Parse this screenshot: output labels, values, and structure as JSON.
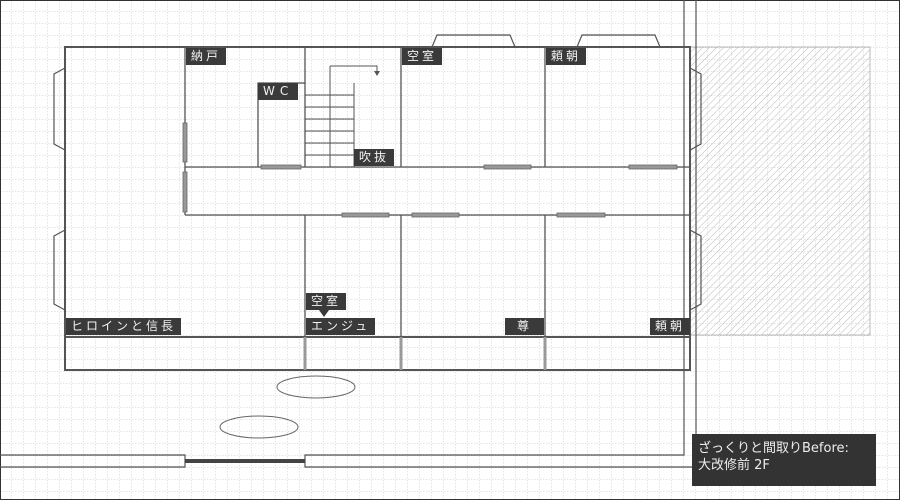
{
  "rooms": {
    "nando": "納戸",
    "wc": "WC",
    "fukinuke": "吹抜",
    "akishitsu_top": "空室",
    "yoritomo_top": "頼朝",
    "heroine_nobunaga": "ヒロインと信長",
    "enju": "エンジュ",
    "akishitsu_callout": "空室",
    "mikoto": "尊",
    "yoritomo_bottom": "頼朝"
  },
  "caption": {
    "line1": "ざっくりと間取りBefore:",
    "line2": "大改修前 2F"
  },
  "colors": {
    "wall": "#666666",
    "door": "#999999",
    "label_bg": "#3a3a3a",
    "grid": "#cccccc"
  }
}
